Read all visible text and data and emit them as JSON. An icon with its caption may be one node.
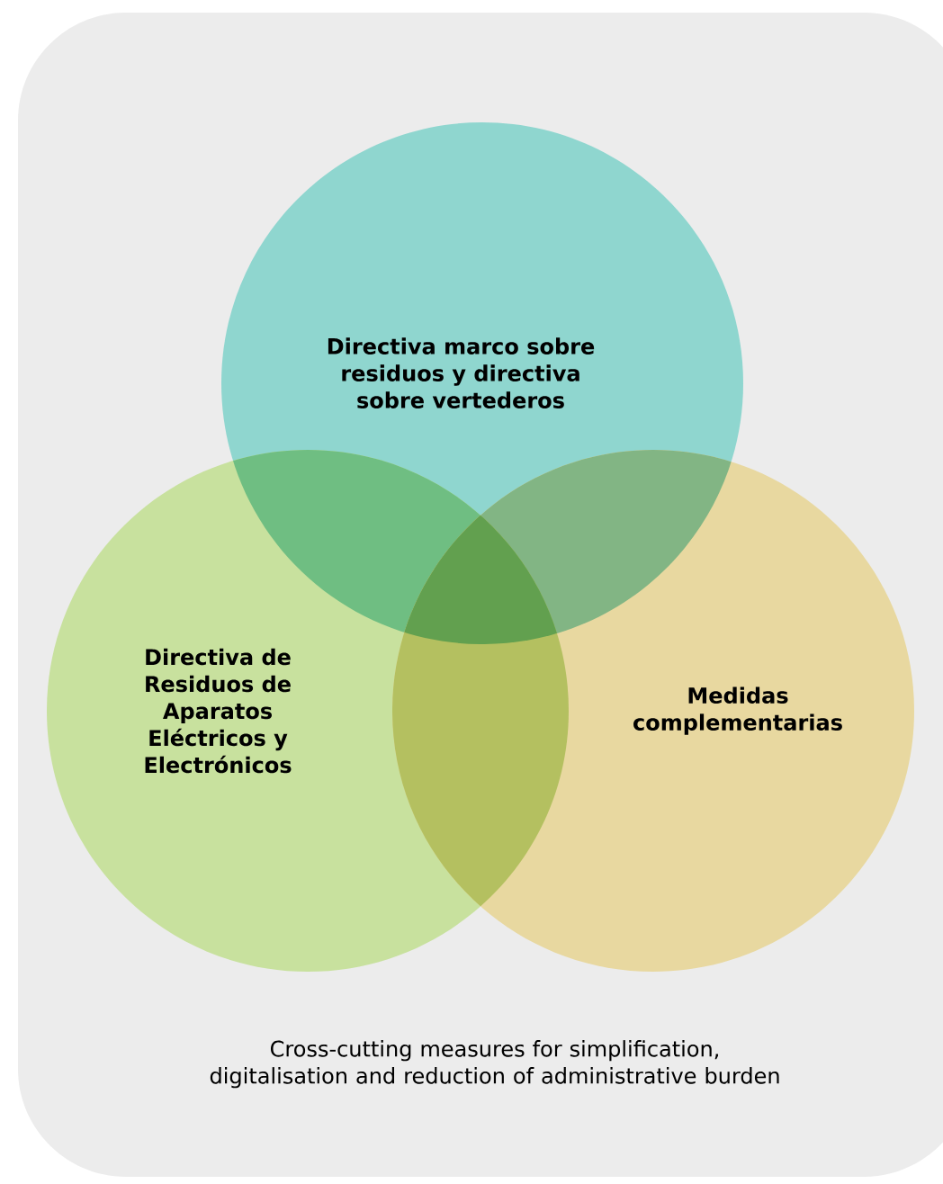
{
  "diagram": {
    "nodes": [
      {
        "text": [
          "Cross-cutting measures for simplification, digitalisation and reduction of administrative burden"
        ]
      },
      {
        "text": [
          "Directiva marco sobre residuos y directiva sobre vertederos"
        ],
        "in": 0
      },
      {
        "text": [
          "Directiva de Residuos de Aparatos Eléctricos y Electrónicos"
        ],
        "in": 0
      },
      {
        "text": [
          "Medidas complementarias"
        ],
        "in": 0
      }
    ]
  }
}
